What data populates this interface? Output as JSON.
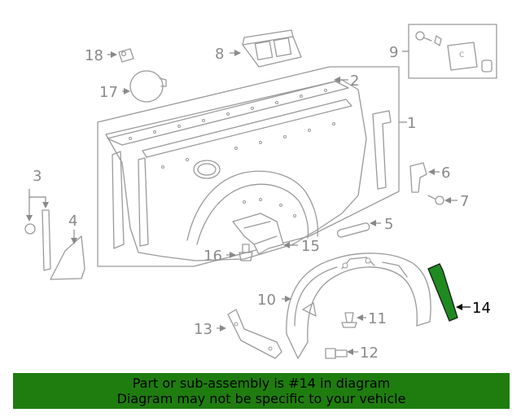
{
  "diagram": {
    "highlight_color": "#1f8a1f",
    "callouts": {
      "c1": "1",
      "c2": "2",
      "c3": "3",
      "c4": "4",
      "c5": "5",
      "c6": "6",
      "c7": "7",
      "c8": "8",
      "c9": "9",
      "c10": "10",
      "c11": "11",
      "c12": "12",
      "c13": "13",
      "c14": "14",
      "c15": "15",
      "c16": "16",
      "c17": "17",
      "c18": "18"
    }
  },
  "banner": {
    "line1": "Part or sub-assembly is #14 in diagram",
    "line2": "Diagram may not be specific to your vehicle",
    "background": "#1e7d0e"
  }
}
